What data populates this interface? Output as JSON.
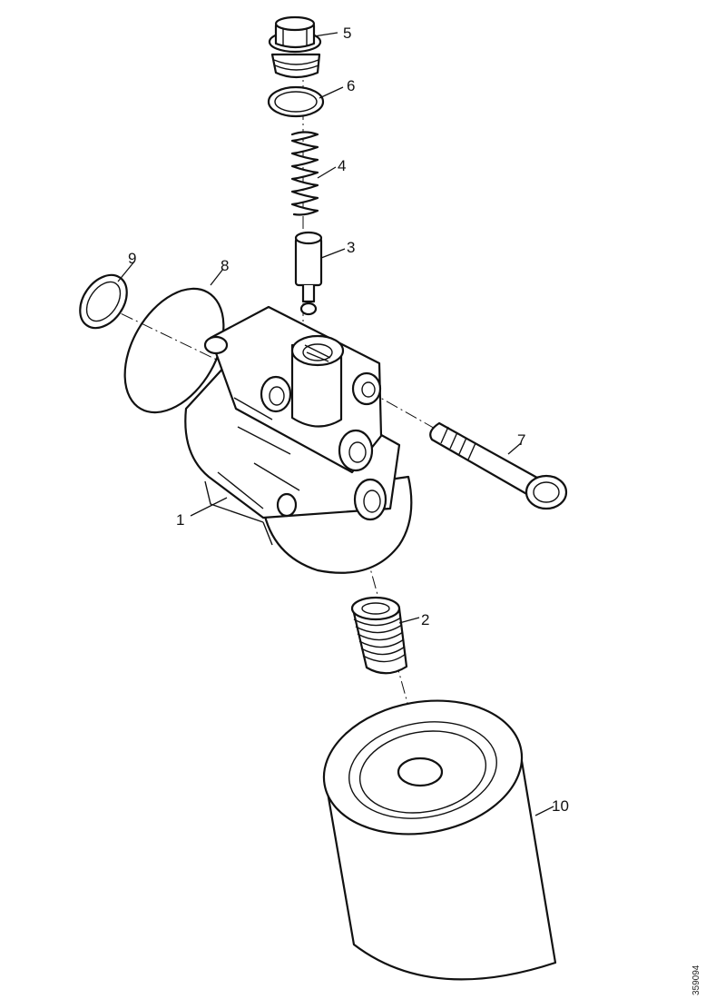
{
  "callouts": {
    "p1": "1",
    "p2": "2",
    "p3": "3",
    "p4": "4",
    "p5": "5",
    "p6": "6",
    "p7": "7",
    "p8": "8",
    "p9": "9",
    "p10": "10"
  },
  "doc_id": "359094"
}
